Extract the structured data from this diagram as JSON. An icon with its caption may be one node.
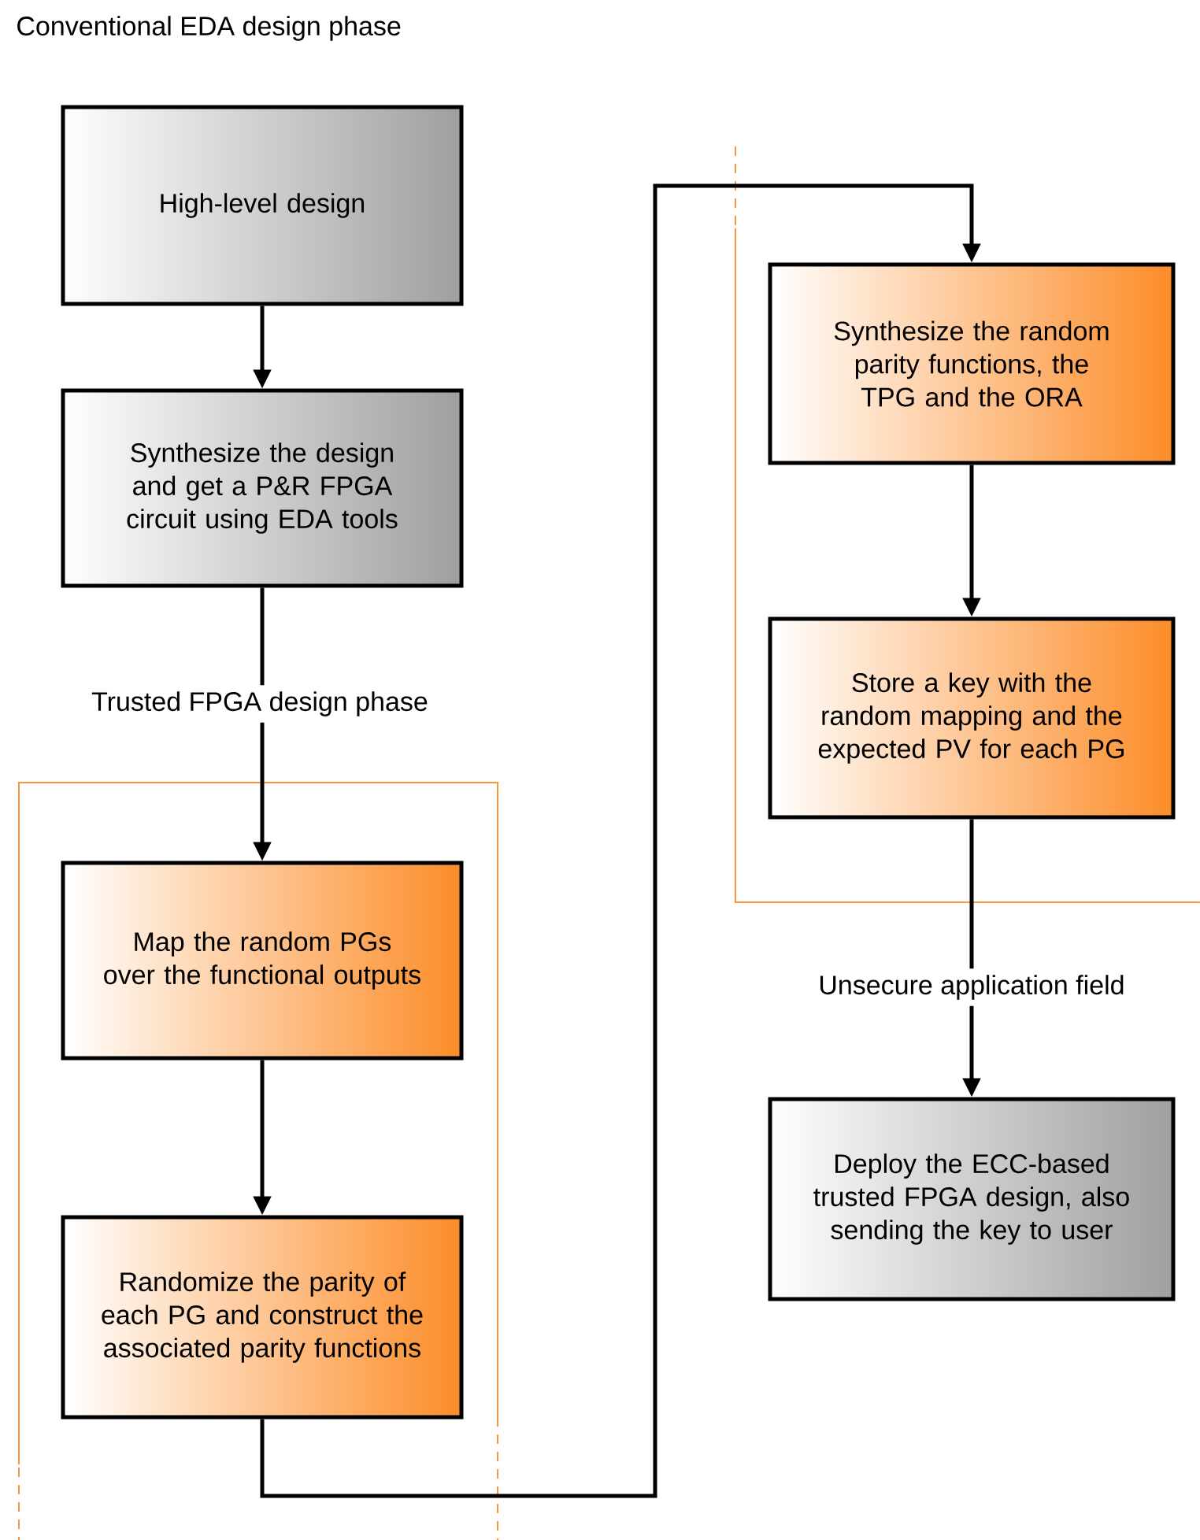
{
  "diagram": {
    "nodes": [
      {
        "text": [
          "High-level design"
        ]
      },
      {
        "text": [
          "Synthesize the design and get a P&R FPGA circuit using EDA tools"
        ]
      },
      {
        "text": [
          "Map the random PGs over the functional outputs"
        ]
      },
      {
        "text": [
          "Randomize the parity of each PG and construct the associated parity functions"
        ]
      },
      {
        "text": [
          "Synthesize the random parity functions, the TPG and the ORA"
        ]
      },
      {
        "text": [
          "Store a key with the random mapping and the expected PV for each PG"
        ]
      },
      {
        "text": [
          "Deploy the ECC-based trusted FPGA design, also sending the key to user"
        ]
      }
    ],
    "edges": [
      {
        "from": 0,
        "to": 1,
        "arrow": "to"
      },
      {
        "from": 1,
        "to": 2,
        "arrow": "to",
        "label": "Trusted FPGA design phase"
      },
      {
        "from": 2,
        "to": 3,
        "arrow": "to"
      },
      {
        "from": 3,
        "to": 4,
        "arrow": "to"
      },
      {
        "from": 4,
        "to": 5,
        "arrow": "to"
      },
      {
        "from": 5,
        "to": 6,
        "arrow": "to",
        "label": "Unsecure application field"
      }
    ],
    "labels": [
      "Conventional EDA design phase"
    ]
  }
}
